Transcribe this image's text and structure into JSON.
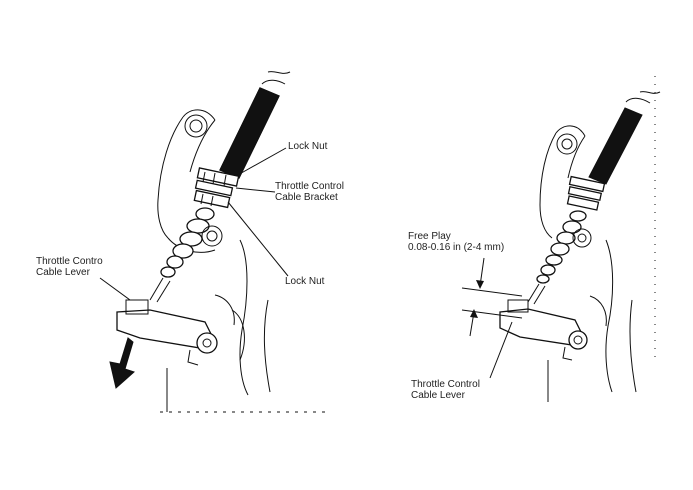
{
  "left": {
    "labels": {
      "lock_nut_upper": "Lock Nut",
      "bracket_line1": "Throttle Control",
      "bracket_line2": "Cable Bracket",
      "lock_nut_lower": "Lock Nut",
      "lever_line1": "Throttle Contro",
      "lever_line2": "Cable Lever"
    }
  },
  "right": {
    "labels": {
      "free_play_line1": "Free Play",
      "free_play_line2": "0.08-0.16 in (2-4 mm)",
      "lever_line1": "Throttle Control",
      "lever_line2": "Cable Lever"
    }
  },
  "colors": {
    "ink": "#111111",
    "paper": "#ffffff"
  }
}
